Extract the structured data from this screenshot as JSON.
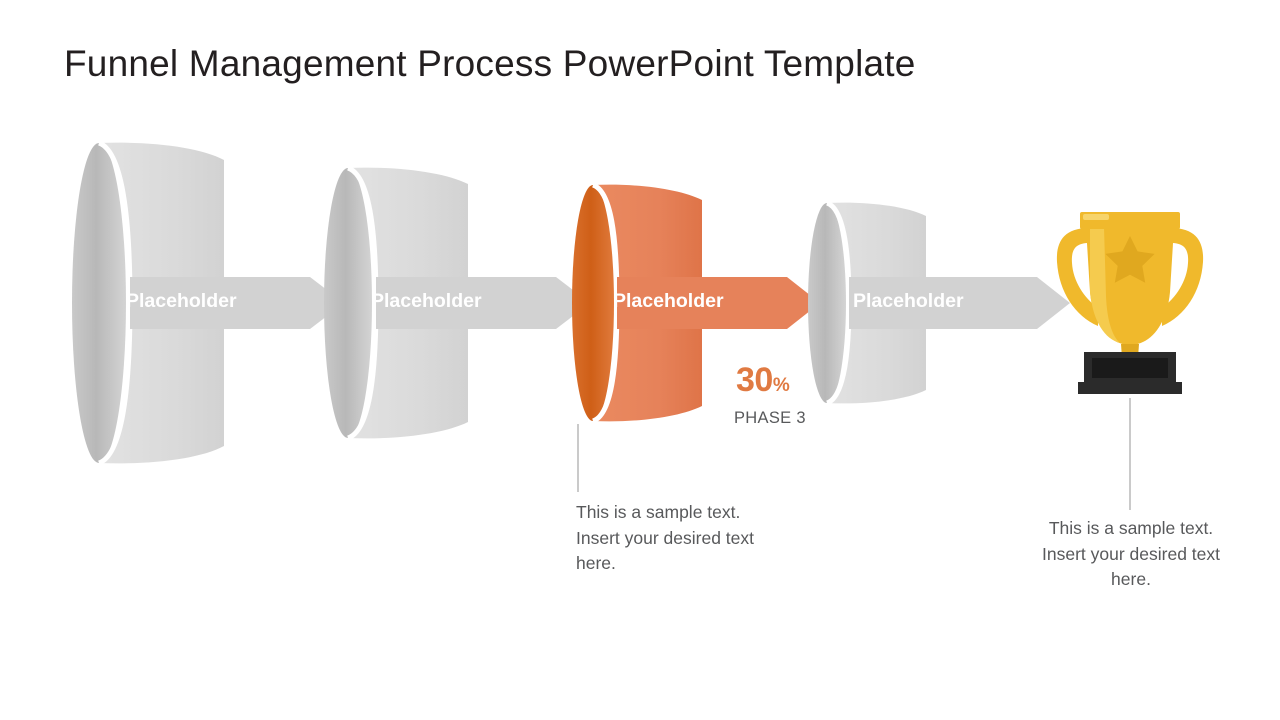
{
  "title": "Funnel Management Process PowerPoint Template",
  "colors": {
    "title_text": "#231f20",
    "body_text": "#58595b",
    "funnel_gray_body": "#dcdcdc",
    "funnel_gray_edge": "#bfbfbf",
    "funnel_orange_body": "#e6825a",
    "funnel_orange_edge": "#d2601a",
    "accent_orange": "#e07a42",
    "connector_line": "#bcbcbc",
    "trophy_gold": "#f0b92c",
    "trophy_gold_light": "#f5cb4e",
    "trophy_gold_dark": "#e0a81f",
    "trophy_base": "#231f20"
  },
  "funnels": [
    {
      "label": "Placeholder",
      "state": "inactive"
    },
    {
      "label": "Placeholder",
      "state": "inactive"
    },
    {
      "label": "Placeholder",
      "state": "active"
    },
    {
      "label": "Placeholder",
      "state": "inactive"
    }
  ],
  "highlight": {
    "percent_value": "30",
    "percent_sign": "%",
    "phase_label": "PHASE 3"
  },
  "descriptions": [
    {
      "text": "This is a sample text. Insert your desired text here.",
      "align": "left"
    },
    {
      "text": "This is a sample text. Insert your desired text here.",
      "align": "center"
    }
  ],
  "icons": {
    "trophy": "trophy-icon"
  }
}
